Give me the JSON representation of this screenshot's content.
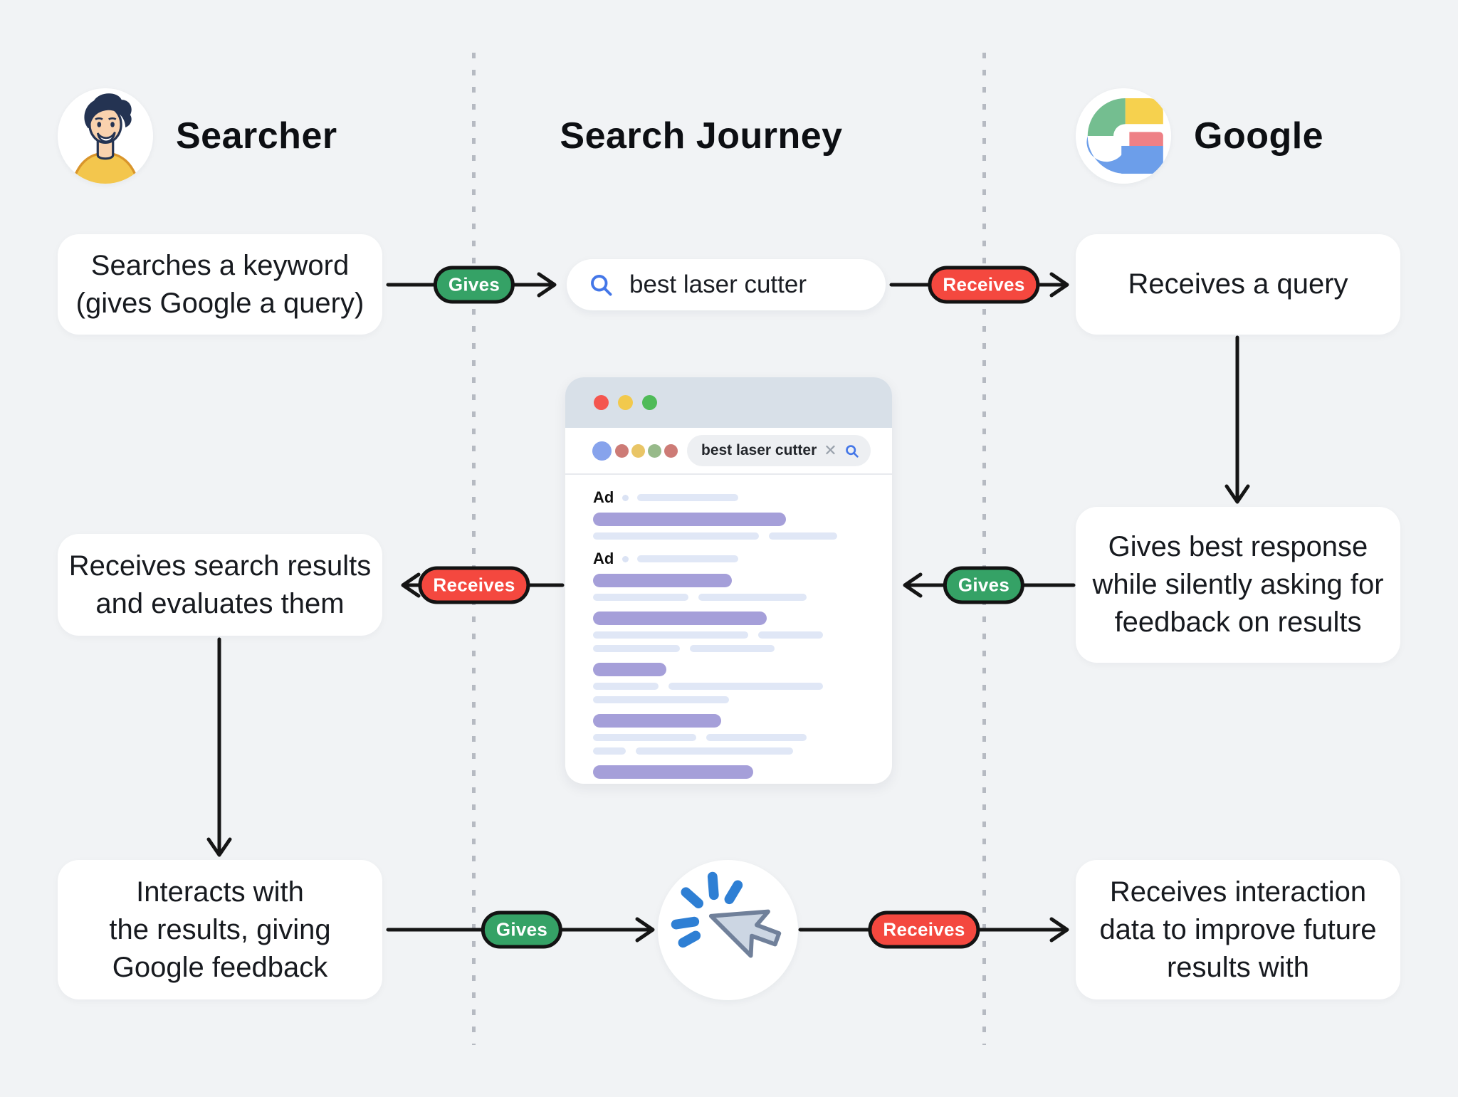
{
  "header": {
    "searcher": "Searcher",
    "journey": "Search Journey",
    "google": "Google"
  },
  "pills": {
    "gives": "Gives",
    "receives": "Receives"
  },
  "boxes": {
    "searcher_query": {
      "lines": [
        "Searches a keyword",
        "(gives Google a query)"
      ]
    },
    "google_receives_query": {
      "lines": [
        "Receives a query"
      ]
    },
    "searcher_receives_results": {
      "lines": [
        "Receives search results",
        "and evaluates them"
      ]
    },
    "google_gives_response": {
      "lines": [
        "Gives best response",
        "while silently asking for",
        "feedback on results"
      ]
    },
    "searcher_interacts": {
      "lines": [
        "Interacts with",
        "the results, giving",
        "Google feedback"
      ]
    },
    "google_receives_interaction": {
      "lines": [
        "Receives interaction",
        "data to improve future",
        "results with"
      ]
    }
  },
  "search": {
    "value": "best laser cutter"
  },
  "browser": {
    "url_value": "best laser cutter",
    "ad_label": "Ad",
    "results": [
      {
        "ad": true,
        "ad_line": 37,
        "title": 71,
        "lines": [
          [
            61,
            25
          ]
        ]
      },
      {
        "ad": true,
        "ad_line": 37,
        "title": 51,
        "lines": [
          [
            35,
            40
          ]
        ]
      },
      {
        "ad": false,
        "title": 64,
        "lines": [
          [
            57,
            24
          ],
          [
            32,
            31
          ]
        ]
      },
      {
        "ad": false,
        "title": 27,
        "lines": [
          [
            24,
            57
          ],
          [
            50
          ]
        ]
      },
      {
        "ad": false,
        "title": 47,
        "lines": [
          [
            38,
            37
          ],
          [
            12,
            58
          ]
        ]
      },
      {
        "ad": false,
        "title": 59,
        "lines": [
          [
            67
          ],
          [
            24,
            58
          ]
        ]
      }
    ]
  },
  "icons": {
    "clear": "✕"
  },
  "colors": {
    "background": "#f1f3f5",
    "card_bg": "#ffffff",
    "text": "#15181e",
    "gives_green": "#35a266",
    "receives_red": "#f4483f",
    "pill_border": "#131313",
    "arrow": "#151515",
    "dotted_line": "#b6bac2",
    "browser_titlebar": "#d8e0e8",
    "traffic_red": "#f4564f",
    "traffic_yellow": "#f2c94c",
    "traffic_green": "#4fbb58",
    "favicon_blue": "#87a3ec",
    "favicon_red": "#cd7b76",
    "favicon_yellow": "#e9c566",
    "favicon_green": "#97ba8a",
    "skeleton_purple": "#a59fd9",
    "skeleton_light": "#e0e7f6",
    "search_icon_blue": "#4477e8",
    "g_green": "#74be90",
    "g_yellow": "#f6d14e",
    "g_red": "#ee8086",
    "g_blue": "#6c9eea",
    "click_blue": "#2e7fd4",
    "cursor_fill": "#ccd6e3",
    "cursor_stroke": "#70809a",
    "avatar_hair": "#243352",
    "avatar_skin": "#f9d2ae",
    "avatar_shirt": "#f3c64d"
  }
}
